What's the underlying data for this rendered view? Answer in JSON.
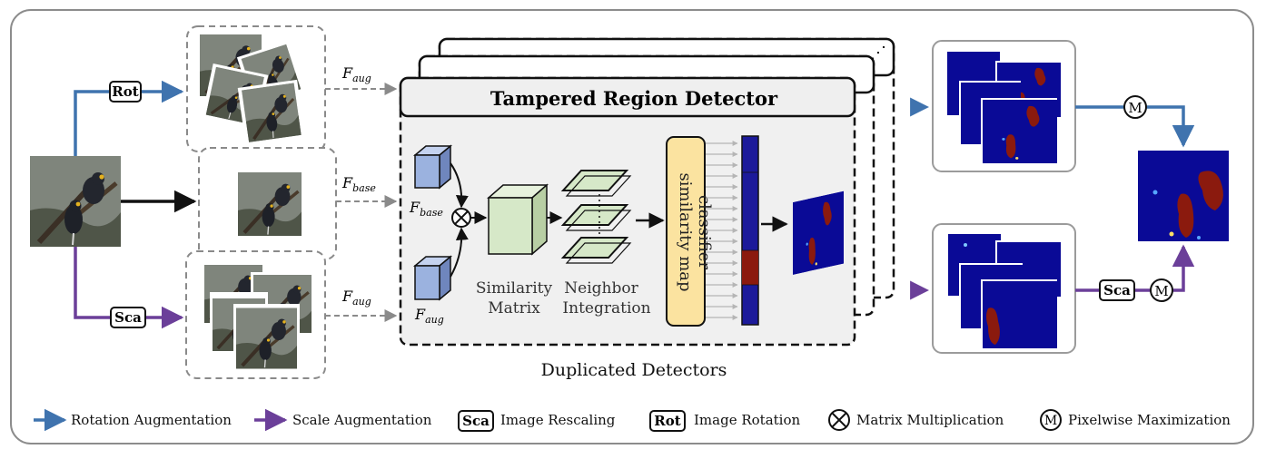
{
  "labels": {
    "rot": "Rot",
    "sca": "Sca",
    "f_aug": "F",
    "f_aug_sub": "aug",
    "f_base": "F",
    "f_base_sub": "base",
    "detector_title": "Tampered Region  Detector",
    "similarity_matrix_l1": "Similarity",
    "similarity_matrix_l2": "Matrix",
    "neighbor_l1": "Neighbor",
    "neighbor_l2": "Integration",
    "classifier_l1": "similarity map",
    "classifier_l2": "classifier",
    "duplicated": "Duplicated Detectors",
    "ellipsis": "⋰",
    "m": "M"
  },
  "legend": {
    "rotation": "Rotation Augmentation",
    "scale": "Scale Augmentation",
    "sca_key": "Sca",
    "sca_desc": "Image Rescaling",
    "rot_key": "Rot",
    "rot_desc": "Image Rotation",
    "matmul_desc": "Matrix Multiplication",
    "m_key": "M",
    "m_desc": "Pixelwise Maximization"
  },
  "colors": {
    "rotation": "#3f73ae",
    "scale": "#6b3f99",
    "cube": "#9bb2df",
    "matrix": "#d6e8c8",
    "classifier": "#fbe3a0",
    "heatmap_bg": "#0a0a96",
    "heatmap_region": "#8b1a0e"
  },
  "icons": {
    "matmul": "circle-times-icon",
    "maximize": "circle-m-icon"
  }
}
